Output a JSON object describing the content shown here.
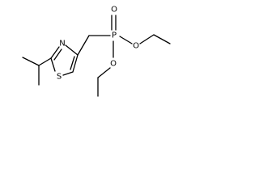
{
  "atoms": {
    "ring_nitrogen": "N",
    "ring_sulfur": "S",
    "phosphorus": "P",
    "phosphoryl_oxygen": "O",
    "ester_oxygen_upper": "O",
    "ester_oxygen_lower": "O"
  }
}
